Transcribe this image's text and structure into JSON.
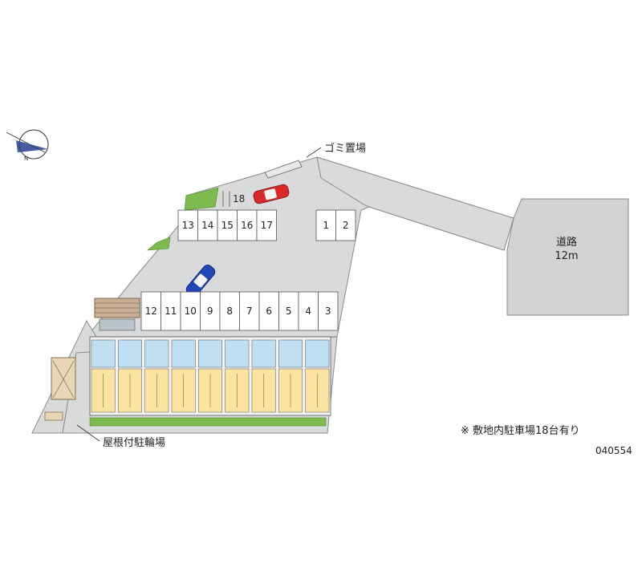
{
  "labels": {
    "garbage": "ゴミ置場",
    "road_name": "道路",
    "road_width": "12m",
    "bicycle": "屋根付駐輪場",
    "note": "※ 敷地内駐車場18台有り",
    "code": "040554"
  },
  "parking": {
    "upper_row": [
      "13",
      "14",
      "15",
      "16",
      "17"
    ],
    "upper_right": [
      "1",
      "2"
    ],
    "lower_row": [
      "12",
      "11",
      "10",
      "9",
      "8",
      "7",
      "6",
      "5",
      "4",
      "3"
    ],
    "single": "18"
  },
  "colors": {
    "ground": "#d9dadb",
    "road": "#d2d3d4",
    "green": "#7dbb4e",
    "unit_yellow": "#fbe3a0",
    "unit_blue": "#bfe0f2",
    "car_red": "#d8282a",
    "car_blue": "#2147b8"
  },
  "icons": {
    "compass": "north-arrow-icon",
    "red_car": "red-car-icon",
    "blue_car": "blue-car-icon"
  }
}
